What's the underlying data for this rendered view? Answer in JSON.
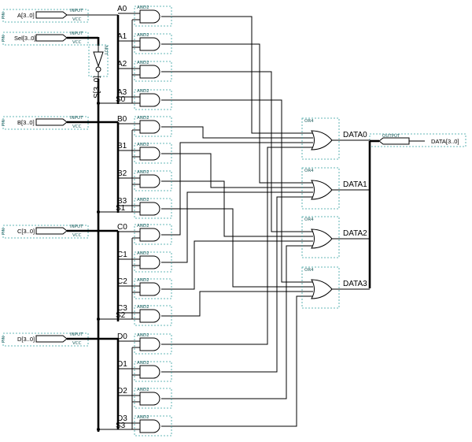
{
  "inputs": [
    {
      "name": "A[3..0]",
      "kind": "INPUT",
      "supply": "VCC"
    },
    {
      "name": "Sel[3..0]",
      "kind": "INPUT",
      "supply": "VCC"
    },
    {
      "name": "B[3..0]",
      "kind": "INPUT",
      "supply": "VCC"
    },
    {
      "name": "C[3..0]",
      "kind": "INPUT",
      "supply": "VCC"
    },
    {
      "name": "D[3..0]",
      "kind": "INPUT",
      "supply": "VCC"
    }
  ],
  "output": {
    "name": "DATA[3..0]",
    "kind": "OUTPUT"
  },
  "not_gate": {
    "kind": "NOT",
    "bus_label": "S[3..0]"
  },
  "and_gate_type": "AND2",
  "or_gate_type": "OR4",
  "and_gates": [
    {
      "data": "A0",
      "sel": "S0"
    },
    {
      "data": "A1",
      "sel": "S0"
    },
    {
      "data": "A2",
      "sel": "S0"
    },
    {
      "data": "A3",
      "sel": "S0"
    },
    {
      "data": "B0",
      "sel": "S1"
    },
    {
      "data": "B1",
      "sel": "S1"
    },
    {
      "data": "B2",
      "sel": "S1"
    },
    {
      "data": "B3",
      "sel": "S1"
    },
    {
      "data": "C0",
      "sel": "S2"
    },
    {
      "data": "C1",
      "sel": "S2"
    },
    {
      "data": "C2",
      "sel": "S2"
    },
    {
      "data": "C3",
      "sel": "S2"
    },
    {
      "data": "D0",
      "sel": "S3"
    },
    {
      "data": "D1",
      "sel": "S3"
    },
    {
      "data": "D2",
      "sel": "S3"
    },
    {
      "data": "D3",
      "sel": "S3"
    }
  ],
  "group_data_labels": [
    [
      "A0",
      "A1",
      "A2",
      "A3"
    ],
    [
      "B0",
      "B1",
      "B2",
      "B3"
    ],
    [
      "C0",
      "C1",
      "C2",
      "C3"
    ],
    [
      "D0",
      "D1",
      "D2",
      "D3"
    ]
  ],
  "select_labels": [
    "S0",
    "S1",
    "S2",
    "S3"
  ],
  "or_outputs": [
    "DATA0",
    "DATA1",
    "DATA2",
    "DATA3"
  ]
}
